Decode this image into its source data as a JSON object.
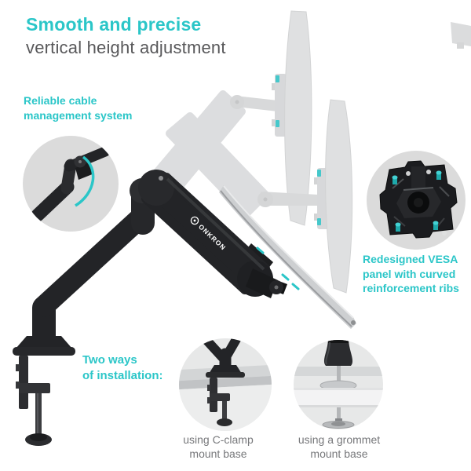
{
  "title": {
    "line1": "Smooth and precise",
    "line2": "vertical height adjustment"
  },
  "callouts": {
    "cable_management": "Reliable cable\nmanagement system",
    "vesa_panel": "Redesigned VESA\npanel with curved\nreinforcement ribs",
    "installation_heading": "Two ways\nof installation:"
  },
  "captions": {
    "clamp_caption": "using C-clamp\nmount base",
    "grommet_caption": "using a grommet\nmount base"
  },
  "brand": {
    "logo_text": "ONKRON"
  },
  "colors": {
    "accent_teal": "#2BC6C8",
    "heading_gray": "#58585A",
    "caption_gray": "#77787B",
    "inset_background": "#DBDBDB",
    "product_black": "#232427",
    "monitor_silver": "#CDCFD1",
    "ghost_gray": "#C1C3C5"
  }
}
